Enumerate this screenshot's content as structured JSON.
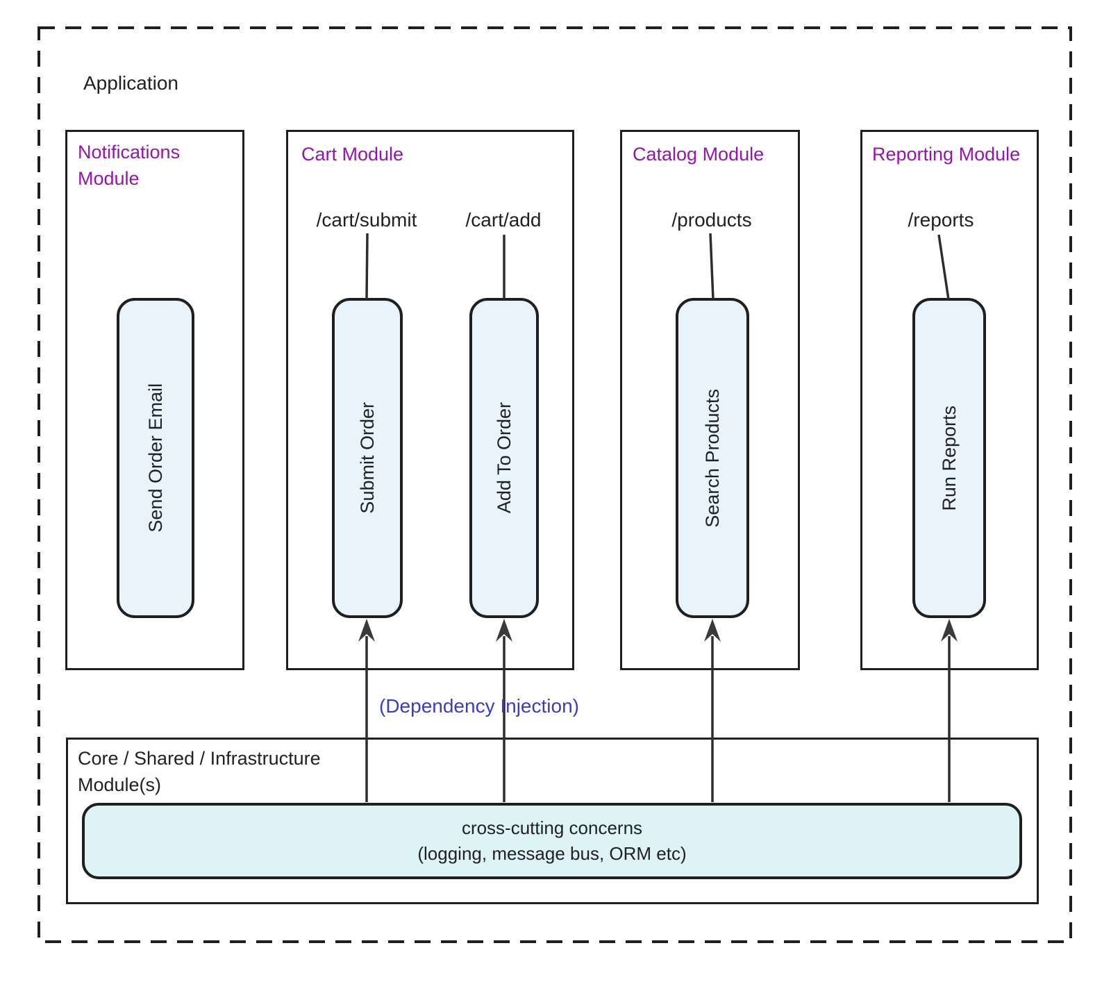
{
  "application": {
    "label": "Application"
  },
  "modules": [
    {
      "title": "Notifications Module",
      "components": [
        {
          "label": "Send Order Email"
        }
      ]
    },
    {
      "title": "Cart Module",
      "components": [
        {
          "label": "Submit Order",
          "route": "/cart/submit"
        },
        {
          "label": "Add To Order",
          "route": "/cart/add"
        }
      ]
    },
    {
      "title": "Catalog Module",
      "components": [
        {
          "label": "Search Products",
          "route": "/products"
        }
      ]
    },
    {
      "title": "Reporting Module",
      "components": [
        {
          "label": "Run Reports",
          "route": "/reports"
        }
      ]
    }
  ],
  "core": {
    "title": "Core / Shared / Infrastructure Module(s)",
    "component": {
      "line1": "cross-cutting concerns",
      "line2": "(logging, message bus, ORM etc)"
    }
  },
  "annotations": {
    "dependency_injection": "(Dependency Injection)"
  },
  "colors": {
    "module_title": "#9315ab",
    "annotation_blue": "#3a3dbd",
    "component_fill": "#e8f3fc",
    "infra_fill": "#ddf3f6",
    "line": "#1f1f1f"
  }
}
